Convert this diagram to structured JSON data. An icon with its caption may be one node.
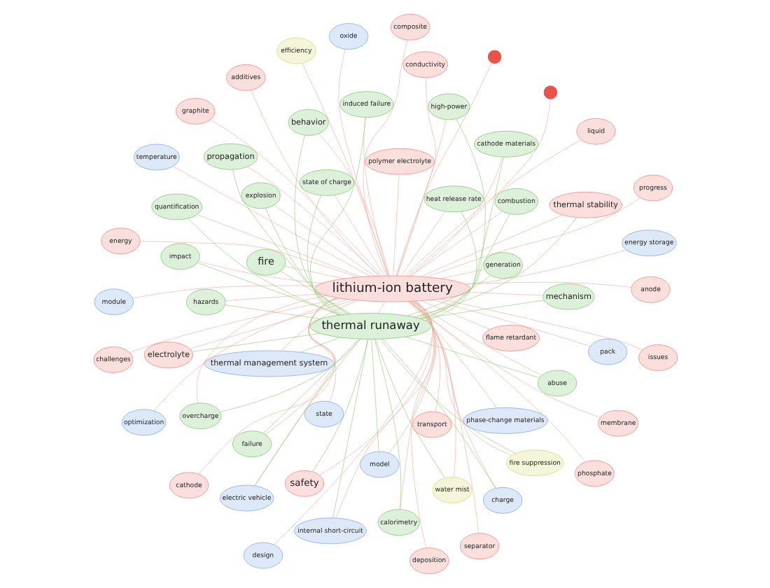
{
  "diagram": {
    "nodes": [
      {
        "text": [
          "optimization"
        ]
      },
      {
        "text": [
          "pack"
        ]
      },
      {
        "text": [
          "internal short-circuit"
        ]
      },
      {
        "text": [
          "efficiency"
        ]
      },
      {
        "text": [
          "phase-change materials"
        ]
      },
      {
        "text": [
          "thermal management system"
        ]
      },
      {
        "text": [
          "electric vehicle"
        ]
      },
      {
        "text": [
          "fire suppression"
        ]
      },
      {
        "text": [
          "design"
        ]
      },
      {
        "text": [
          "water mist"
        ]
      },
      {
        "text": [
          "model"
        ]
      },
      {
        "text": [
          "module"
        ]
      },
      {
        "text": [
          "issues"
        ]
      },
      {
        "text": [
          "energy storage"
        ]
      },
      {
        "text": [
          "composite"
        ]
      },
      {
        "text": [
          "separator"
        ]
      },
      {
        "text": [
          "charge"
        ]
      },
      {
        "text": [
          "propagation"
        ]
      },
      {
        "text": [
          "impact"
        ]
      },
      {
        "text": [
          "temperature"
        ]
      },
      {
        "text": [
          "state"
        ]
      },
      {
        "text": [
          "failure"
        ]
      },
      {
        "text": [
          "lithium-ion battery"
        ]
      },
      {
        "text": [],
        "shape": "circle"
      },
      {
        "text": [
          "behavior"
        ]
      },
      {
        "text": [
          "deposition"
        ]
      },
      {
        "text": [
          "liquid"
        ]
      },
      {
        "text": [
          "fire"
        ]
      },
      {
        "text": [
          "safety"
        ]
      },
      {
        "text": [
          "membrane"
        ]
      },
      {
        "text": [
          "conductivity"
        ]
      },
      {
        "text": [
          "flame retardant"
        ]
      },
      {
        "text": [
          "thermal runaway"
        ]
      },
      {
        "text": [
          "explosion"
        ]
      },
      {
        "text": [
          "heat release rate"
        ]
      },
      {
        "text": [
          "transport"
        ]
      },
      {
        "text": [
          "polymer electrolyte"
        ]
      },
      {
        "text": [],
        "shape": "circle"
      },
      {
        "text": [
          "energy"
        ]
      },
      {
        "text": [
          "challenges"
        ]
      },
      {
        "text": [
          "oxide"
        ]
      },
      {
        "text": [
          "additives"
        ]
      },
      {
        "text": [
          "hazards"
        ]
      },
      {
        "text": [
          "combustion"
        ]
      },
      {
        "text": [
          "mechanism"
        ]
      },
      {
        "text": [
          "overcharge"
        ]
      },
      {
        "text": [
          "abuse"
        ]
      },
      {
        "text": [
          "phosphate"
        ]
      },
      {
        "text": [
          "progress"
        ]
      },
      {
        "text": [
          "anode"
        ]
      },
      {
        "text": [
          "electrolyte"
        ]
      },
      {
        "text": [
          "thermal stability"
        ]
      },
      {
        "text": [
          "high-power"
        ]
      },
      {
        "text": [
          "induced failure"
        ]
      },
      {
        "text": [
          "cathode materials"
        ]
      },
      {
        "text": [
          "calorimetry"
        ]
      },
      {
        "text": [
          "cathode"
        ]
      },
      {
        "text": [
          "graphite"
        ]
      },
      {
        "text": [
          "generation"
        ]
      },
      {
        "text": [
          "quantification"
        ]
      },
      {
        "text": [
          "state of charge"
        ]
      }
    ],
    "edges": [
      {
        "from": 22,
        "to": 0,
        "arrow": "none"
      },
      {
        "from": 22,
        "to": 1,
        "arrow": "none"
      },
      {
        "from": 22,
        "to": 2,
        "arrow": "none"
      },
      {
        "from": 22,
        "to": 3,
        "arrow": "none"
      },
      {
        "from": 22,
        "to": 4,
        "arrow": "none"
      },
      {
        "from": 22,
        "to": 5,
        "arrow": "none"
      },
      {
        "from": 22,
        "to": 6,
        "arrow": "none"
      },
      {
        "from": 22,
        "to": 7,
        "arrow": "none"
      },
      {
        "from": 22,
        "to": 8,
        "arrow": "none"
      },
      {
        "from": 22,
        "to": 9,
        "arrow": "none"
      },
      {
        "from": 22,
        "to": 10,
        "arrow": "none"
      },
      {
        "from": 22,
        "to": 11,
        "arrow": "none"
      },
      {
        "from": 22,
        "to": 12,
        "arrow": "none"
      },
      {
        "from": 22,
        "to": 13,
        "arrow": "none"
      },
      {
        "from": 22,
        "to": 14,
        "arrow": "none"
      },
      {
        "from": 22,
        "to": 15,
        "arrow": "none"
      },
      {
        "from": 22,
        "to": 16,
        "arrow": "none"
      },
      {
        "from": 22,
        "to": 17,
        "arrow": "none"
      },
      {
        "from": 22,
        "to": 18,
        "arrow": "none"
      },
      {
        "from": 22,
        "to": 19,
        "arrow": "none"
      },
      {
        "from": 22,
        "to": 20,
        "arrow": "none"
      },
      {
        "from": 22,
        "to": 21,
        "arrow": "none"
      },
      {
        "from": 22,
        "to": 23,
        "arrow": "none"
      },
      {
        "from": 22,
        "to": 24,
        "arrow": "none"
      },
      {
        "from": 22,
        "to": 25,
        "arrow": "none"
      },
      {
        "from": 22,
        "to": 26,
        "arrow": "none"
      },
      {
        "from": 22,
        "to": 27,
        "arrow": "none"
      },
      {
        "from": 22,
        "to": 28,
        "arrow": "none"
      },
      {
        "from": 22,
        "to": 29,
        "arrow": "none"
      },
      {
        "from": 22,
        "to": 30,
        "arrow": "none"
      },
      {
        "from": 22,
        "to": 31,
        "arrow": "none"
      },
      {
        "from": 22,
        "to": 32,
        "arrow": "none"
      },
      {
        "from": 22,
        "to": 33,
        "arrow": "none"
      },
      {
        "from": 22,
        "to": 34,
        "arrow": "none"
      },
      {
        "from": 22,
        "to": 35,
        "arrow": "none"
      },
      {
        "from": 22,
        "to": 36,
        "arrow": "none"
      },
      {
        "from": 22,
        "to": 37,
        "arrow": "none"
      },
      {
        "from": 22,
        "to": 38,
        "arrow": "none"
      },
      {
        "from": 22,
        "to": 39,
        "arrow": "none"
      },
      {
        "from": 22,
        "to": 40,
        "arrow": "none"
      },
      {
        "from": 22,
        "to": 41,
        "arrow": "none"
      },
      {
        "from": 22,
        "to": 42,
        "arrow": "none"
      },
      {
        "from": 22,
        "to": 43,
        "arrow": "none"
      },
      {
        "from": 22,
        "to": 44,
        "arrow": "none"
      },
      {
        "from": 22,
        "to": 45,
        "arrow": "none"
      },
      {
        "from": 22,
        "to": 46,
        "arrow": "none"
      },
      {
        "from": 22,
        "to": 47,
        "arrow": "none"
      },
      {
        "from": 22,
        "to": 48,
        "arrow": "none"
      },
      {
        "from": 22,
        "to": 49,
        "arrow": "none"
      },
      {
        "from": 22,
        "to": 50,
        "arrow": "none"
      },
      {
        "from": 22,
        "to": 51,
        "arrow": "none"
      },
      {
        "from": 22,
        "to": 52,
        "arrow": "none"
      },
      {
        "from": 22,
        "to": 53,
        "arrow": "none"
      },
      {
        "from": 22,
        "to": 54,
        "arrow": "none"
      },
      {
        "from": 22,
        "to": 55,
        "arrow": "none"
      },
      {
        "from": 22,
        "to": 56,
        "arrow": "none"
      },
      {
        "from": 22,
        "to": 57,
        "arrow": "none"
      },
      {
        "from": 22,
        "to": 58,
        "arrow": "none"
      },
      {
        "from": 22,
        "to": 59,
        "arrow": "none"
      },
      {
        "from": 22,
        "to": 60,
        "arrow": "none"
      },
      {
        "from": 32,
        "to": 2,
        "arrow": "none",
        "color": "#8cc870"
      },
      {
        "from": 32,
        "to": 5,
        "arrow": "none",
        "color": "#8cc870"
      },
      {
        "from": 32,
        "to": 6,
        "arrow": "none",
        "color": "#8cc870"
      },
      {
        "from": 32,
        "to": 7,
        "arrow": "none",
        "color": "#8cc870"
      },
      {
        "from": 32,
        "to": 9,
        "arrow": "none",
        "color": "#8cc870"
      },
      {
        "from": 32,
        "to": 10,
        "arrow": "none",
        "color": "#8cc870"
      },
      {
        "from": 32,
        "to": 16,
        "arrow": "none",
        "color": "#8cc870"
      },
      {
        "from": 32,
        "to": 17,
        "arrow": "none",
        "color": "#8cc870"
      },
      {
        "from": 32,
        "to": 18,
        "arrow": "none",
        "color": "#8cc870"
      },
      {
        "from": 32,
        "to": 21,
        "arrow": "none",
        "color": "#8cc870"
      },
      {
        "from": 32,
        "to": 24,
        "arrow": "none",
        "color": "#8cc870"
      },
      {
        "from": 32,
        "to": 27,
        "arrow": "none",
        "color": "#8cc870"
      },
      {
        "from": 32,
        "to": 28,
        "arrow": "none",
        "color": "#8cc870"
      },
      {
        "from": 32,
        "to": 33,
        "arrow": "none",
        "color": "#8cc870"
      },
      {
        "from": 32,
        "to": 34,
        "arrow": "none",
        "color": "#8cc870"
      },
      {
        "from": 32,
        "to": 42,
        "arrow": "none",
        "color": "#8cc870"
      },
      {
        "from": 32,
        "to": 43,
        "arrow": "none",
        "color": "#8cc870"
      },
      {
        "from": 32,
        "to": 44,
        "arrow": "none",
        "color": "#8cc870"
      },
      {
        "from": 32,
        "to": 45,
        "arrow": "none",
        "color": "#8cc870"
      },
      {
        "from": 32,
        "to": 46,
        "arrow": "none",
        "color": "#8cc870"
      },
      {
        "from": 32,
        "to": 50,
        "arrow": "none",
        "color": "#8cc870"
      },
      {
        "from": 32,
        "to": 51,
        "arrow": "none",
        "color": "#8cc870"
      },
      {
        "from": 32,
        "to": 52,
        "arrow": "none",
        "color": "#8cc870"
      },
      {
        "from": 32,
        "to": 53,
        "arrow": "none",
        "color": "#8cc870"
      },
      {
        "from": 32,
        "to": 54,
        "arrow": "none",
        "color": "#8cc870"
      },
      {
        "from": 32,
        "to": 55,
        "arrow": "none",
        "color": "#8cc870"
      },
      {
        "from": 32,
        "to": 58,
        "arrow": "none",
        "color": "#8cc870"
      },
      {
        "from": 32,
        "to": 59,
        "arrow": "none",
        "color": "#8cc870"
      },
      {
        "from": 32,
        "to": 60,
        "arrow": "none",
        "color": "#8cc870"
      }
    ]
  }
}
